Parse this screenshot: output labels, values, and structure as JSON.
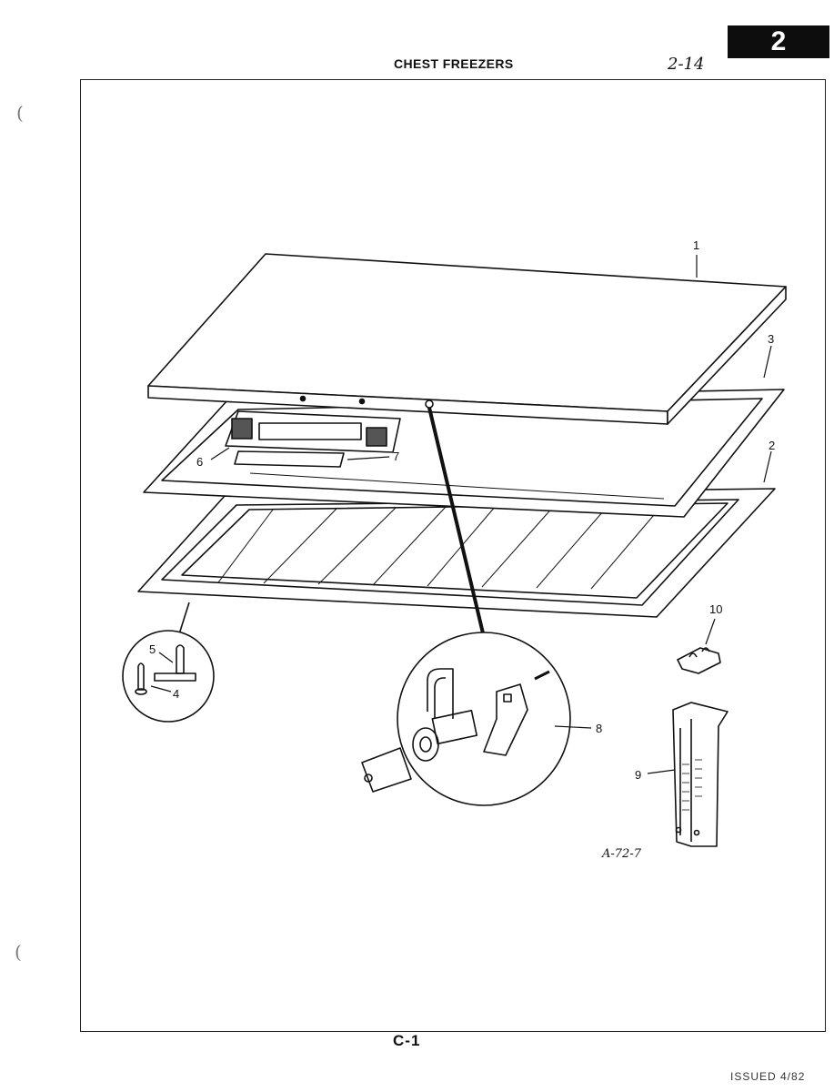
{
  "page": {
    "section_tab": "2",
    "title": "CHEST FREEZERS",
    "handwritten_note": "2-14",
    "page_number": "C-1",
    "issued": "ISSUED 4/82"
  },
  "diagram": {
    "callouts": {
      "c1": "1",
      "c2": "2",
      "c3": "3",
      "c4": "4",
      "c5": "5",
      "c6": "6",
      "c7": "7",
      "c8": "8",
      "c9": "9",
      "c10": "10"
    },
    "figure_code": "A-72-7"
  }
}
